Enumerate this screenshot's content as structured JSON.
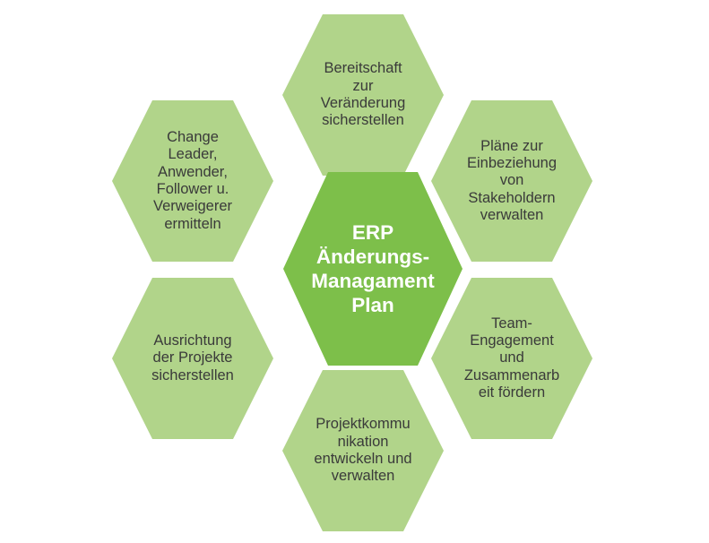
{
  "diagram": {
    "kind": "hexagon-hub-and-spoke",
    "center": {
      "id": "erp-change-management-plan",
      "label": "ERP\nÄnderungs-\nManagament\nPlan",
      "fill_color": "#7dbf4a",
      "ring_color": "#76b843",
      "text_color": "#ffffff"
    },
    "satellite_fill_color": "#b1d48a",
    "satellite_ring_color": "#a8ce7d",
    "satellite_text_color": "#3a3a3a",
    "gap_color": "#ffffff",
    "background_color": "#ffffff",
    "nodes": [
      {
        "id": "bereitschaft",
        "position": "top",
        "label": "Bereitschaft\nzur\nVeränderung\nsicherstellen"
      },
      {
        "id": "stakeholder-plaene",
        "position": "top-right",
        "label": "Pläne zur\nEinbeziehung\nvon\nStakeholdern\nverwalten"
      },
      {
        "id": "team-engagement",
        "position": "bottom-right",
        "label": "Team-\nEngagement\nund\nZusammenarb\neit fördern"
      },
      {
        "id": "projektkommunikation",
        "position": "bottom",
        "label": "Projektkommu\nnikation\nentwickeln und\nverwalten"
      },
      {
        "id": "ausrichtung-projekte",
        "position": "bottom-left",
        "label": "Ausrichtung\nder Projekte\nsicherstellen"
      },
      {
        "id": "change-rollen",
        "position": "top-left",
        "label": "Change\nLeader,\nAnwender,\nFollower u.\nVerweigerer\nermitteln"
      }
    ]
  }
}
